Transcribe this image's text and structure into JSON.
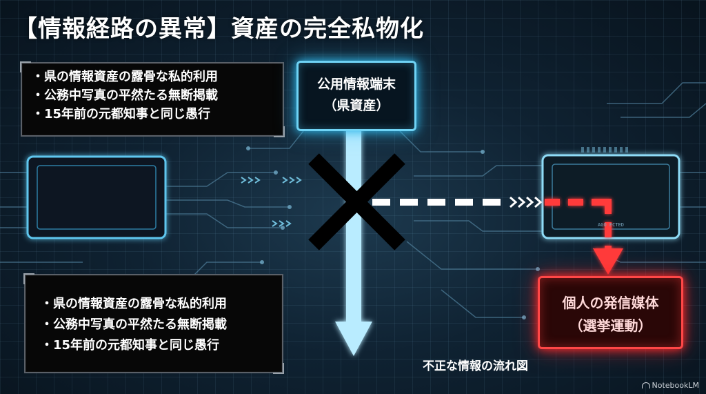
{
  "title": "【情報経路の異常】資産の完全私物化",
  "top_note": {
    "items": [
      "・県の情報資産の露骨な私的利用",
      "・公務中写真の平然たる無断掲載",
      "・15年前の元都知事と同じ愚行"
    ]
  },
  "bottom_note": {
    "items": [
      "・県の情報資産の露骨な私的利用",
      "・公務中写真の平然たる無断掲載",
      "・15年前の元都知事と同じ愚行"
    ]
  },
  "terminal": {
    "line1": "公用情報端末",
    "line2": "（県資産）"
  },
  "media": {
    "line1": "個人の発信媒体",
    "line2": "（選挙運動）"
  },
  "right_panel_label": "AGO    ECTED",
  "caption": "不正な情報の流れ図",
  "watermark": "NotebookLM",
  "colors": {
    "cyan": "#6fd3f5",
    "red": "#ff4040",
    "cross": "#000000"
  },
  "icons": {
    "block": "x-mark-icon",
    "watermark": "notebooklm-icon"
  }
}
